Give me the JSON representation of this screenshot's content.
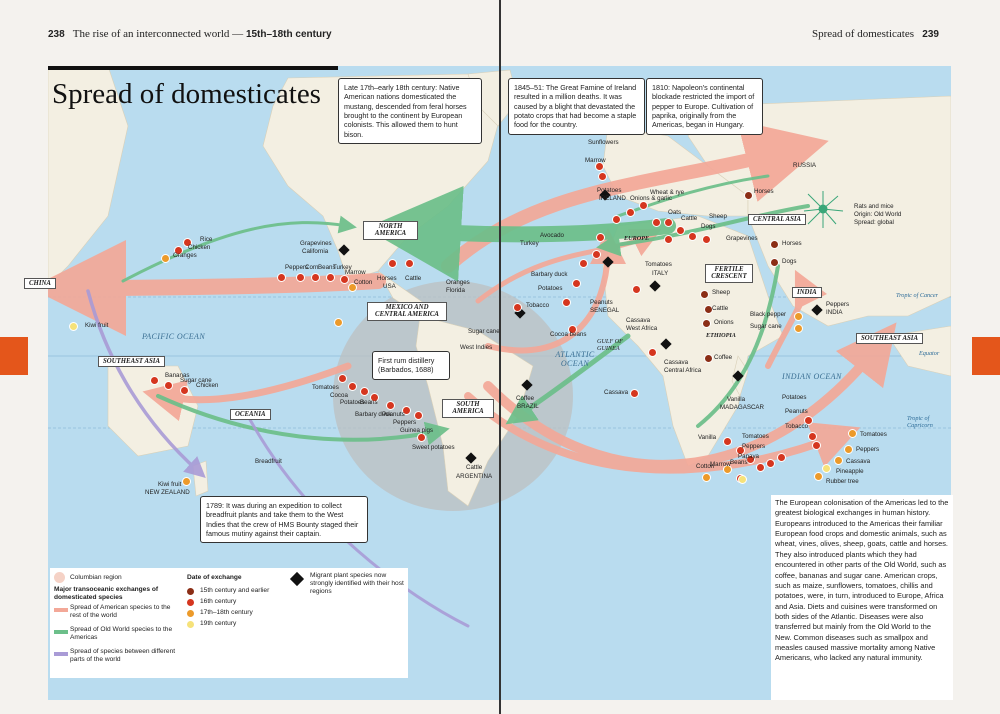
{
  "header": {
    "left_page": "238",
    "left_title": "The rise of an interconnected world — ",
    "left_period": "15th–18th century",
    "right_title": "Spread of domesticates",
    "right_page": "239"
  },
  "title": "Spread of domesticates",
  "callouts": {
    "mustang": "Late 17th–early 18th century: Native American nations domesticated the mustang, descended from feral horses brought to the continent by European colonists. This allowed them to hunt bison.",
    "famine": "1845–51: The Great Famine of Ireland resulted in a million deaths. It was caused by a blight that devastated the potato crops that had become a staple food for the country.",
    "napoleon": "1810: Napoleon's continental blockade restricted the import of pepper to Europe. Cultivation of paprika, originally from the Americas, began in Hungary.",
    "rum": "First rum distillery (Barbados, 1688)",
    "bounty": "1789: It was during an expedition to collect breadfruit plants and take them to the West Indies that the crew of HMS Bounty staged their famous mutiny against their captain."
  },
  "regions": {
    "north_america": "NORTH AMERICA",
    "mexico": "MEXICO AND CENTRAL AMERICA",
    "south_america": "SOUTH AMERICA",
    "china": "CHINA",
    "southeast_asia_w": "SOUTHEAST ASIA",
    "oceania": "OCEANIA",
    "europe": "EUROPE",
    "fertile": "FERTILE CRESCENT",
    "central_asia": "CENTRAL ASIA",
    "india": "INDIA",
    "southeast_asia_e": "SOUTHEAST ASIA",
    "ethiopia": "ETHIOPIA",
    "gulf": "GULF OF GUINEA",
    "russia": "RUSSIA"
  },
  "oceans": {
    "pacific": "PACIFIC OCEAN",
    "atlantic": "ATLANTIC OCEAN",
    "indian": "INDIAN OCEAN"
  },
  "tropics": {
    "cancer": "Tropic of Cancer",
    "equator": "Equator",
    "capricorn": "Tropic of Capricorn"
  },
  "labels": {
    "rice": "Rice",
    "chicken1": "Chicken",
    "oranges1": "Oranges",
    "grapevines_ca": "Grapevines",
    "california": "California",
    "peppers1": "Peppers",
    "corn": "Corn",
    "beans1": "Beans",
    "turkey1": "Turkey",
    "marrow1": "Marrow",
    "cotton": "Cotton",
    "horses_usa": "Horses",
    "usa": "USA",
    "cattle_usa": "Cattle",
    "oranges_fl": "Oranges",
    "florida": "Florida",
    "kiwi1": "Kiwi fruit",
    "sugarcane_wi": "Sugar cane",
    "west_indies": "West Indies",
    "bananas": "Bananas",
    "sugarcane_sea": "Sugar cane",
    "chicken_sea": "Chicken",
    "tomatoes1": "Tomatoes",
    "cocoa_sa": "Cocoa",
    "potatoes_sa": "Potatoes",
    "beans_sa": "Beans",
    "barbary_sa": "Barbary duck",
    "peanuts_sa": "Peanuts",
    "peppers_sa": "Peppers",
    "guinea": "Guinea pigs",
    "coffee_br": "Coffee",
    "brazil": "BRAZIL",
    "sweetpot": "Sweet potatoes",
    "cattle_ar": "Cattle",
    "argentina": "ARGENTINA",
    "breadfruit": "Breadfruit",
    "kiwi_nz": "Kiwi fruit",
    "nz": "NEW ZEALAND",
    "sunflowers": "Sunflowers",
    "marrow_eu": "Marrow",
    "potatoes_ir": "Potatoes",
    "ireland": "IRELAND",
    "onions_eu": "Onions & garlic",
    "wheat": "Wheat & rye",
    "oats": "Oats",
    "cattle_eu": "Cattle",
    "sheep_eu": "Sheep",
    "dogs_eu": "Dogs",
    "grapevines_eu": "Grapevines",
    "turkey_eu": "Turkey",
    "avocado": "Avocado",
    "barbary_eu": "Barbary duck",
    "potatoes_eu": "Potatoes",
    "tomatoes_it": "Tomatoes",
    "italy": "ITALY",
    "horses_ca": "Horses",
    "horses_ca2": "Horses",
    "dogs_ca": "Dogs",
    "rats": "Rats and mice",
    "rats_origin": "Origin: Old World",
    "rats_spread": "Spread: global",
    "tobacco1": "Tobacco",
    "peanuts_sn": "Peanuts",
    "senegal": "SENEGAL",
    "cocoa_beans": "Cocoa beans",
    "cassava_wa": "Cassava",
    "west_africa": "West Africa",
    "sheep_af": "Sheep",
    "cattle_af": "Cattle",
    "onions_af": "Onions",
    "coffee_et": "Coffee",
    "cassava_ca": "Cassava",
    "central_africa": "Central Africa",
    "cassava_af": "Cassava",
    "black_pepper": "Black pepper",
    "sugarcane_in": "Sugar cane",
    "peppers_in": "Peppers",
    "india_sub": "INDIA",
    "vanilla_md": "Vanilla",
    "madagascar": "MADAGASCAR",
    "potatoes_in": "Potatoes",
    "peanuts_in": "Peanuts",
    "tobacco_in": "Tobacco",
    "vanilla2": "Vanilla",
    "tomatoes_af": "Tomatoes",
    "peppers_af": "Peppers",
    "papaya": "Papaya",
    "beans_af": "Beans",
    "marrow_af": "Marrow",
    "cotton_af": "Cotton",
    "tomatoes_se": "Tomatoes",
    "peppers_se": "Peppers",
    "cassava_se": "Cassava",
    "pineapple": "Pineapple",
    "rubber": "Rubber tree"
  },
  "legend": {
    "columbian": "Columbian region",
    "major": "Major transoceanic exchanges of domesticated species",
    "american": "Spread of American species to the rest of the world",
    "oldworld": "Spread of Old World species to the Americas",
    "between": "Spread of species between different parts of the world",
    "date_title": "Date of exchange",
    "d1": "15th century and earlier",
    "d2": "16th century",
    "d3": "17th–18th century",
    "d4": "19th century",
    "migrant": "Migrant plant species now strongly identified with their host regions",
    "colors": {
      "d1": "#8b2e16",
      "d2": "#d5361f",
      "d3": "#ec9a2a",
      "d4": "#f6e27a",
      "american": "#f3a898",
      "oldworld": "#6cbf8a",
      "between": "#a99bd6"
    }
  },
  "body_text": "The European colonisation of the Americas led to the greatest biological exchanges in human history. Europeans introduced to the Americas their familiar European food crops and domestic animals, such as wheat, vines, olives, sheep, goats, cattle and horses. They also introduced plants which they had encountered in other parts of the Old World, such as coffee, bananas and sugar cane. American crops, such as maize, sunflowers, tomatoes, chillis and potatoes, were, in turn, introduced to Europe, Africa and Asia. Diets and cuisines were transformed on both sides of the Atlantic. Diseases were also transferred but mainly from the Old World to the New. Common diseases such as smallpox and measles caused massive mortality among Native Americans, who lacked any natural immunity."
}
